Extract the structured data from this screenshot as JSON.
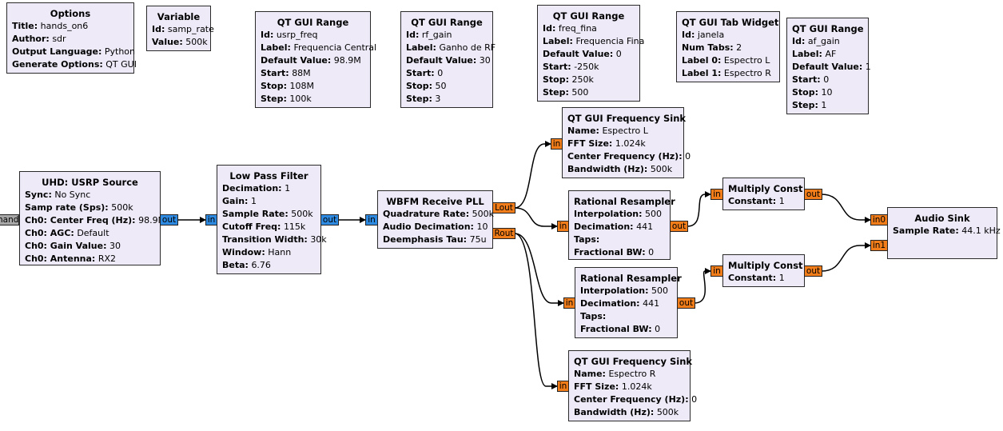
{
  "blocks": {
    "options": {
      "title": "Options",
      "params": [
        {
          "k": "Title:",
          "v": "hands_on6"
        },
        {
          "k": "Author:",
          "v": "sdr"
        },
        {
          "k": "Output Language:",
          "v": "Python"
        },
        {
          "k": "Generate Options:",
          "v": "QT GUI"
        }
      ]
    },
    "variable": {
      "title": "Variable",
      "params": [
        {
          "k": "Id:",
          "v": "samp_rate"
        },
        {
          "k": "Value:",
          "v": "500k"
        }
      ]
    },
    "range_usrp_freq": {
      "title": "QT GUI Range",
      "params": [
        {
          "k": "Id:",
          "v": "usrp_freq"
        },
        {
          "k": "Label:",
          "v": "Frequencia Central"
        },
        {
          "k": "Default Value:",
          "v": "98.9M"
        },
        {
          "k": "Start:",
          "v": "88M"
        },
        {
          "k": "Stop:",
          "v": "108M"
        },
        {
          "k": "Step:",
          "v": "100k"
        }
      ]
    },
    "range_rf_gain": {
      "title": "QT GUI Range",
      "params": [
        {
          "k": "Id:",
          "v": "rf_gain"
        },
        {
          "k": "Label:",
          "v": "Ganho de RF"
        },
        {
          "k": "Default Value:",
          "v": "30"
        },
        {
          "k": "Start:",
          "v": "0"
        },
        {
          "k": "Stop:",
          "v": "50"
        },
        {
          "k": "Step:",
          "v": "3"
        }
      ]
    },
    "range_freq_fina": {
      "title": "QT GUI Range",
      "params": [
        {
          "k": "Id:",
          "v": "freq_fina"
        },
        {
          "k": "Label:",
          "v": "Frequencia Fina"
        },
        {
          "k": "Default Value:",
          "v": "0"
        },
        {
          "k": "Start:",
          "v": "-250k"
        },
        {
          "k": "Stop:",
          "v": "250k"
        },
        {
          "k": "Step:",
          "v": "500"
        }
      ]
    },
    "tab_widget": {
      "title": "QT GUI Tab Widget",
      "params": [
        {
          "k": "Id:",
          "v": "janela"
        },
        {
          "k": "Num Tabs:",
          "v": "2"
        },
        {
          "k": "Label 0:",
          "v": "Espectro L"
        },
        {
          "k": "Label 1:",
          "v": "Espectro R"
        }
      ]
    },
    "range_af_gain": {
      "title": "QT GUI Range",
      "params": [
        {
          "k": "Id:",
          "v": "af_gain"
        },
        {
          "k": "Label:",
          "v": "AF"
        },
        {
          "k": "Default Value:",
          "v": "1"
        },
        {
          "k": "Start:",
          "v": "0"
        },
        {
          "k": "Stop:",
          "v": "10"
        },
        {
          "k": "Step:",
          "v": "1"
        }
      ]
    },
    "usrp_source": {
      "title": "UHD: USRP Source",
      "params": [
        {
          "k": "Sync:",
          "v": "No Sync"
        },
        {
          "k": "Samp rate (Sps):",
          "v": "500k"
        },
        {
          "k": "Ch0: Center Freq (Hz):",
          "v": "98.9M"
        },
        {
          "k": "Ch0: AGC:",
          "v": "Default"
        },
        {
          "k": "Ch0: Gain Value:",
          "v": "30"
        },
        {
          "k": "Ch0: Antenna:",
          "v": "RX2"
        }
      ]
    },
    "low_pass": {
      "title": "Low Pass Filter",
      "params": [
        {
          "k": "Decimation:",
          "v": "1"
        },
        {
          "k": "Gain:",
          "v": "1"
        },
        {
          "k": "Sample Rate:",
          "v": "500k"
        },
        {
          "k": "Cutoff Freq:",
          "v": "115k"
        },
        {
          "k": "Transition Width:",
          "v": "30k"
        },
        {
          "k": "Window:",
          "v": "Hann"
        },
        {
          "k": "Beta:",
          "v": "6.76"
        }
      ]
    },
    "wbfm": {
      "title": "WBFM Receive PLL",
      "params": [
        {
          "k": "Quadrature Rate:",
          "v": "500k"
        },
        {
          "k": "Audio Decimation:",
          "v": "10"
        },
        {
          "k": "Deemphasis Tau:",
          "v": "75u"
        }
      ]
    },
    "freq_sink_l": {
      "title": "QT GUI Frequency Sink",
      "params": [
        {
          "k": "Name:",
          "v": "Espectro L"
        },
        {
          "k": "FFT Size:",
          "v": "1.024k"
        },
        {
          "k": "Center Frequency (Hz):",
          "v": "0"
        },
        {
          "k": "Bandwidth (Hz):",
          "v": "500k"
        }
      ]
    },
    "resampler_l": {
      "title": "Rational Resampler",
      "params": [
        {
          "k": "Interpolation:",
          "v": "500"
        },
        {
          "k": "Decimation:",
          "v": "441"
        },
        {
          "k": "Taps:",
          "v": ""
        },
        {
          "k": "Fractional BW:",
          "v": "0"
        }
      ]
    },
    "resampler_r": {
      "title": "Rational Resampler",
      "params": [
        {
          "k": "Interpolation:",
          "v": "500"
        },
        {
          "k": "Decimation:",
          "v": "441"
        },
        {
          "k": "Taps:",
          "v": ""
        },
        {
          "k": "Fractional BW:",
          "v": "0"
        }
      ]
    },
    "freq_sink_r": {
      "title": "QT GUI Frequency Sink",
      "params": [
        {
          "k": "Name:",
          "v": "Espectro R"
        },
        {
          "k": "FFT Size:",
          "v": "1.024k"
        },
        {
          "k": "Center Frequency (Hz):",
          "v": "0"
        },
        {
          "k": "Bandwidth (Hz):",
          "v": "500k"
        }
      ]
    },
    "mult_l": {
      "title": "Multiply Const",
      "params": [
        {
          "k": "Constant:",
          "v": "1"
        }
      ]
    },
    "mult_r": {
      "title": "Multiply Const",
      "params": [
        {
          "k": "Constant:",
          "v": "1"
        }
      ]
    },
    "audio_sink": {
      "title": "Audio Sink",
      "params": [
        {
          "k": "Sample Rate:",
          "v": "44.1 kHz"
        }
      ]
    }
  },
  "ports": {
    "edge_out": "hand",
    "out": "out",
    "in": "in",
    "lout": "Lout",
    "rout": "Rout",
    "in0": "in0",
    "in1": "in1"
  },
  "colors": {
    "block_bg": "#eeeaf8",
    "complex_port": "#2d8ae0",
    "float_port": "#f07c1a",
    "message_port": "#a7a7a7"
  }
}
